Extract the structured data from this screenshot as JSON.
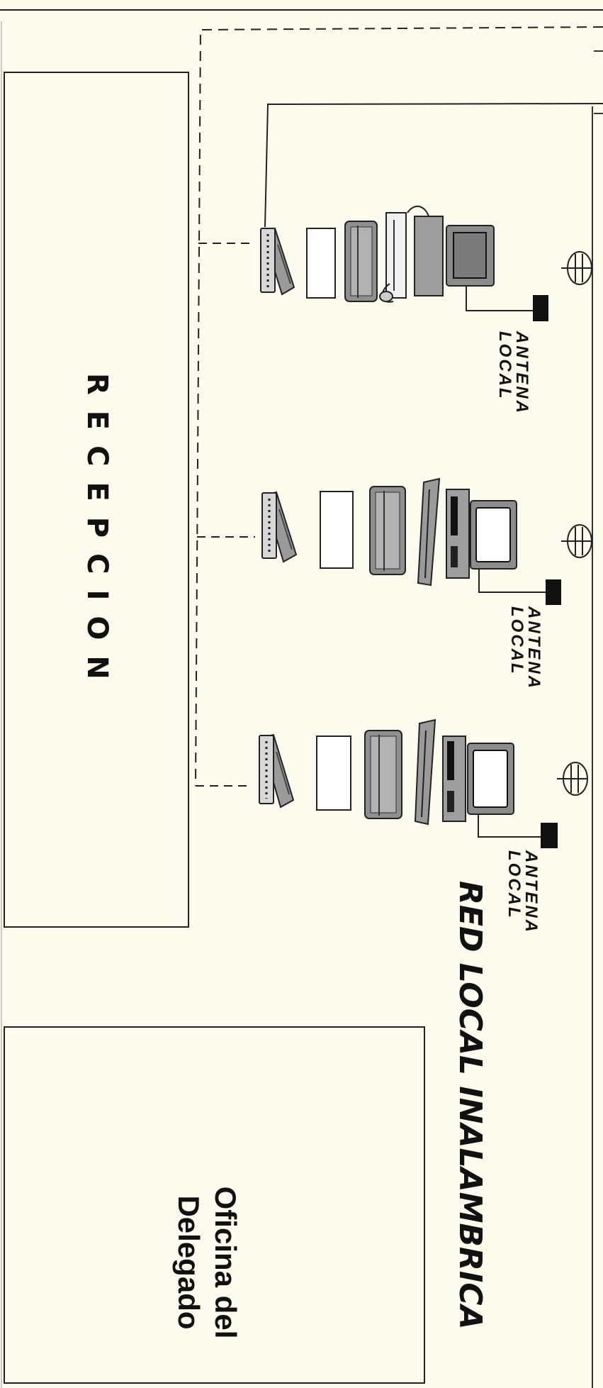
{
  "rooms": {
    "reception": "RECEPCION",
    "office_line1": "Oficina del",
    "office_line2": "Delegado"
  },
  "network_title": "RED LOCAL INALAMBRICA",
  "workstations": [
    {
      "antenna_line1": "ANTENA",
      "antenna_line2": "LOCAL"
    },
    {
      "antenna_line1": "ANTENA",
      "antenna_line2": "LOCAL"
    },
    {
      "antenna_line1": "ANTENA",
      "antenna_line2": "LOCAL"
    }
  ],
  "colors": {
    "paper": "#fbfbee",
    "ink": "#111111",
    "device_grey": "#9a9a9a",
    "screen_grey": "#8c8c8c"
  }
}
